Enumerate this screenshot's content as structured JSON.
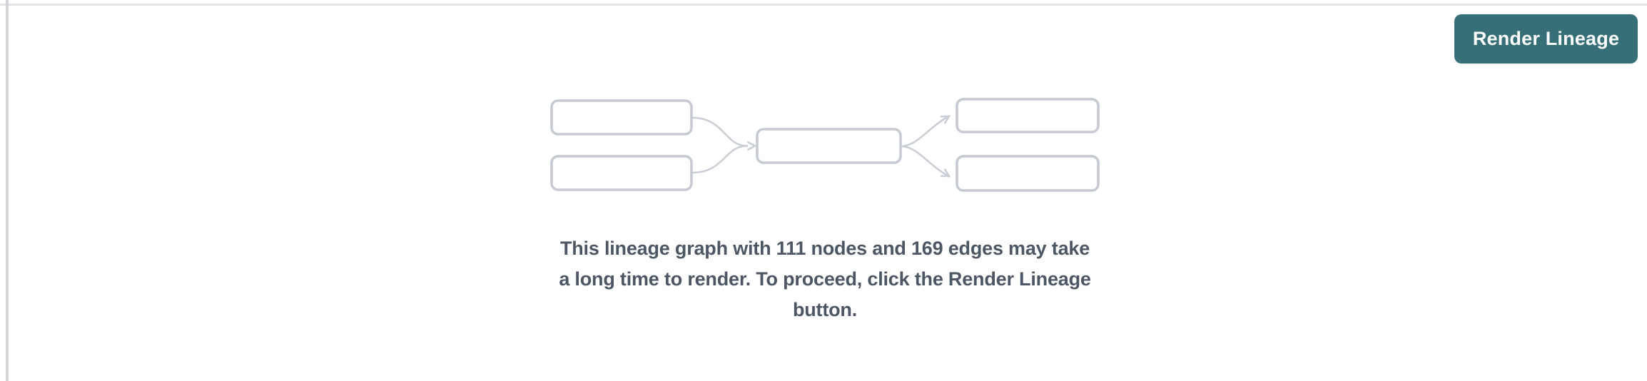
{
  "toolbar": {
    "render_button_label": "Render Lineage"
  },
  "empty_state": {
    "message_lines": [
      "This lineage graph with 111 nodes and 169 edges may take",
      "a long time to render. To proceed, click the Render Lineage",
      "button."
    ],
    "node_count": "111",
    "edge_count": "169"
  },
  "colors": {
    "accent_teal": "#366F77",
    "button_text": "#FFFFFF",
    "message_text": "#4D5664",
    "placeholder_node_border": "#C5CAD3",
    "placeholder_arrow": "#C9CDD5",
    "top_divider": "#E2E2E6",
    "left_divider": "#D4D4D8"
  }
}
